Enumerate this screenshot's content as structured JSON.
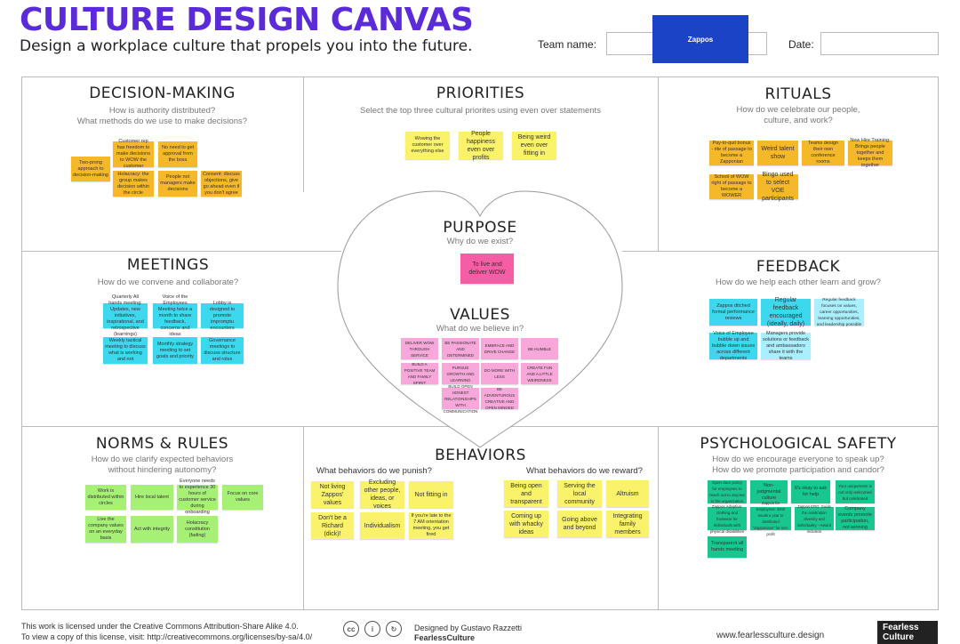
{
  "header": {
    "title": "CULTURE DESIGN CANVAS",
    "subtitle": "Design a workplace culture that propels you into the future.",
    "team_label": "Team name:",
    "date_label": "Date:",
    "logo_text": "Zappos"
  },
  "sections": {
    "decision": {
      "title": "DECISION-MAKING",
      "q1": "How is authority distributed?",
      "q2": "What methods do we use to make decisions?"
    },
    "priorities": {
      "title": "PRIORITIES",
      "q1": "Select the top three cultural priorites using even over statements"
    },
    "rituals": {
      "title": "RITUALS",
      "q1": "How do we celebrate our people,",
      "q2": "culture, and work?"
    },
    "meetings": {
      "title": "MEETINGS",
      "q1": "How do we convene and collaborate?"
    },
    "purpose": {
      "title": "PURPOSE",
      "q1": "Why do we exist?"
    },
    "values": {
      "title": "VALUES",
      "q1": "What do we believe in?"
    },
    "feedback": {
      "title": "FEEDBACK",
      "q1": "How do we help each other learn and grow?"
    },
    "norms": {
      "title": "NORMS & RULES",
      "q1": "How do we clarify expected behaviors",
      "q2": "without hindering autonomy?"
    },
    "behaviors": {
      "title": "BEHAVIORS",
      "punish": "What behaviors do we punish?",
      "reward": "What behaviors do we reward?"
    },
    "safety": {
      "title": "PSYCHOLOGICAL SAFETY",
      "q1": "How do we encourage everyone to speak up?",
      "q2": "How do we promote participation and candor?"
    }
  },
  "notes": {
    "decision": [
      "Two-prong approach to decision-making",
      "Customer rep has freedom to make decisions to WOW the customer",
      "No need to get approval from the boss",
      "Holacracy: the group makes decision within the circle",
      "People not managers make decisions",
      "Consent: discuss objections, give go ahead even if you don't agree"
    ],
    "priorities": [
      "Wowing the customer over everything else",
      "People happiness even over profits",
      "Being weird even over fitting in"
    ],
    "rituals": [
      "Pay-to-quit bonus - rite of passage to become a Zapponian",
      "Weird talent show",
      "Teams design their own conference rooms",
      "New Hire Training: Brings people together and keeps them together",
      "School of WOW right of passage to become a WOWER",
      "Bingo used to select VOE participants"
    ],
    "meetings": [
      "Quarterly All hands meeting: Updates, new initiatives, inspirational, and retrospective (learnings)",
      "Voice of the Employees Meeting twice a month to share feedback, concerns and ideas",
      "Lobby is designed to promote impromptu encounters",
      "Weekly tactical meeting to discuss what is working and not",
      "Monthly strategy meeting to set goals and priority",
      "Governance meetings to discuss structure and roles"
    ],
    "purpose": [
      "To live and deliver WOW"
    ],
    "values": [
      "DELIVER WOW THROUGH SERVICE",
      "BE PASSIONATE AND DETERMINED",
      "EMBRACE AND DRIVE CHANGE",
      "BE HUMBLE",
      "BUILD A POSITIVE TEAM AND FAMILY SPIRIT",
      "PURSUE GROWTH AND LEARNING",
      "DO MORE WITH LESS",
      "CREATE FUN AND A LITTLE WEIRDNESS",
      "BUILD OPEN HONEST RELATIONSHIPS WITH COMMUNICATION",
      "BE ADVENTUROUS CREATIVE AND OPEN MINDED"
    ],
    "feedback": [
      "Zappos ditched formal performance reviews",
      "Regular feedback encouraged (ideally, daily)",
      "Regular feedback focuses on values, career opportunities, learning opportunities, and leadership possible",
      "Voice of Employee bubble up and bubble down issues across different departments",
      "Managers provide solutions or feedback and ambassadors share it with the teams"
    ],
    "norms": [
      "Work is distributed within circles",
      "Hire local talent",
      "Everyone needs to experience 30 hours of customer service during onboarding",
      "Focus on core values",
      "Live the company values on an everyday basis",
      "Act with integrity",
      "Holacracy constitution (fading)"
    ],
    "punish": [
      "Not living Zappos' values",
      "Excluding other people, ideas, or voices",
      "Not fitting in",
      "Don't be a Richard (dick)!",
      "Individualism",
      "If you're late to the 7 AM orientation meeting, you get fired"
    ],
    "reward": [
      "Being open and transparent",
      "Serving the local community",
      "Altruism",
      "Coming up with whacky ideas",
      "Going above and beyond",
      "Integrating family members"
    ],
    "safety": [
      "Open door policy for employees to reach out to anyone in the organization",
      "Non-judgmental culture",
      "It's okay to ask for help",
      "Your uniqueness is not only welcomed but celebrated",
      "Zappos Adaptive: clothing and footwear for individuals with physical disabilities",
      "Zappos for Employees: 4000 meals a year to distributed \"Zapponians\" for non-profit",
      "Zappos ERG: Guide the celebration diversity and individuality - reward inclusion",
      "Company events promote participation, not winning",
      "Transparent all hands meeting"
    ]
  },
  "footer": {
    "license1": "This work is licensed under the Creative Commons Attribution-Share Alike 4.0.",
    "license2": "To view a copy of this license, visit: http://creativecommons.org/licenses/by-sa/4.0/",
    "designed": "Designed by Gustavo Razzetti",
    "brand": "FearlessCulture",
    "url": "www.fearlessculture.design",
    "logo1": "Fearless",
    "logo2": "Culture"
  }
}
